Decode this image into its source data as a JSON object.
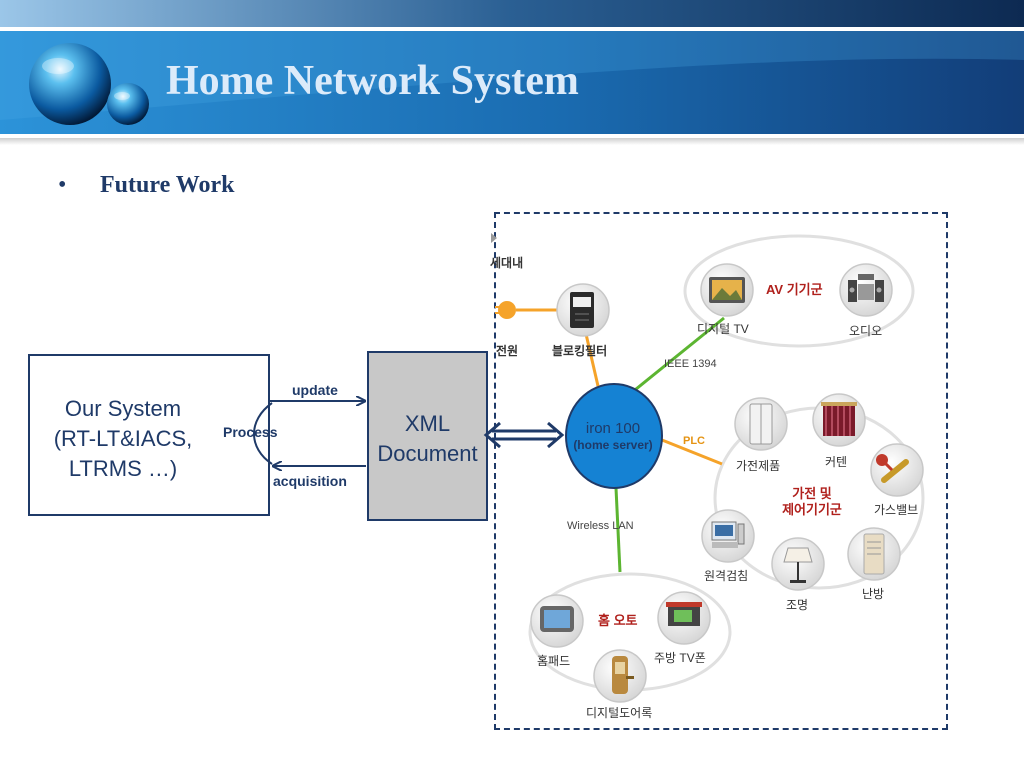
{
  "slide": {
    "title": "Home Network System",
    "bullet": "Future Work"
  },
  "left_diagram": {
    "our_system_lines": [
      "Our System",
      "(RT-LT&IACS,",
      "LTRMS …)"
    ],
    "xml_lines": [
      "XML",
      "Document"
    ],
    "update_label": "update",
    "process_label": "Process",
    "acquisition_label": "acquisition"
  },
  "home_network": {
    "server_name": "iron 100",
    "server_sub": "(home server)",
    "household_label": "세대내",
    "power_label": "전원",
    "filter_label": "블로킹필터",
    "links": {
      "ieee1394": "IEEE 1394",
      "plc": "PLC",
      "wireless": "Wireless LAN"
    },
    "groups": {
      "av": "AV 기기군",
      "appliance": [
        "가전 및",
        "제어기기군"
      ],
      "home_auto": "홈 오토"
    },
    "devices": {
      "digital_tv": "디지털 TV",
      "audio": "오디오",
      "appliance": "가전제품",
      "curtain": "커텐",
      "gas_valve": "가스밸브",
      "heating": "난방",
      "lighting": "조명",
      "remote_meter": "원격검침",
      "home_pad": "홈패드",
      "kitchen_tv_phone": "주방 TV폰",
      "digital_door_lock": "디지털도어록"
    }
  },
  "colors": {
    "title_text": "#dcebfa",
    "header_blue": "#1a6bb0",
    "navy": "#1f3a68",
    "server_fill": "#1582d3",
    "link_orange": "#f5a32a",
    "link_green": "#5cb531"
  }
}
